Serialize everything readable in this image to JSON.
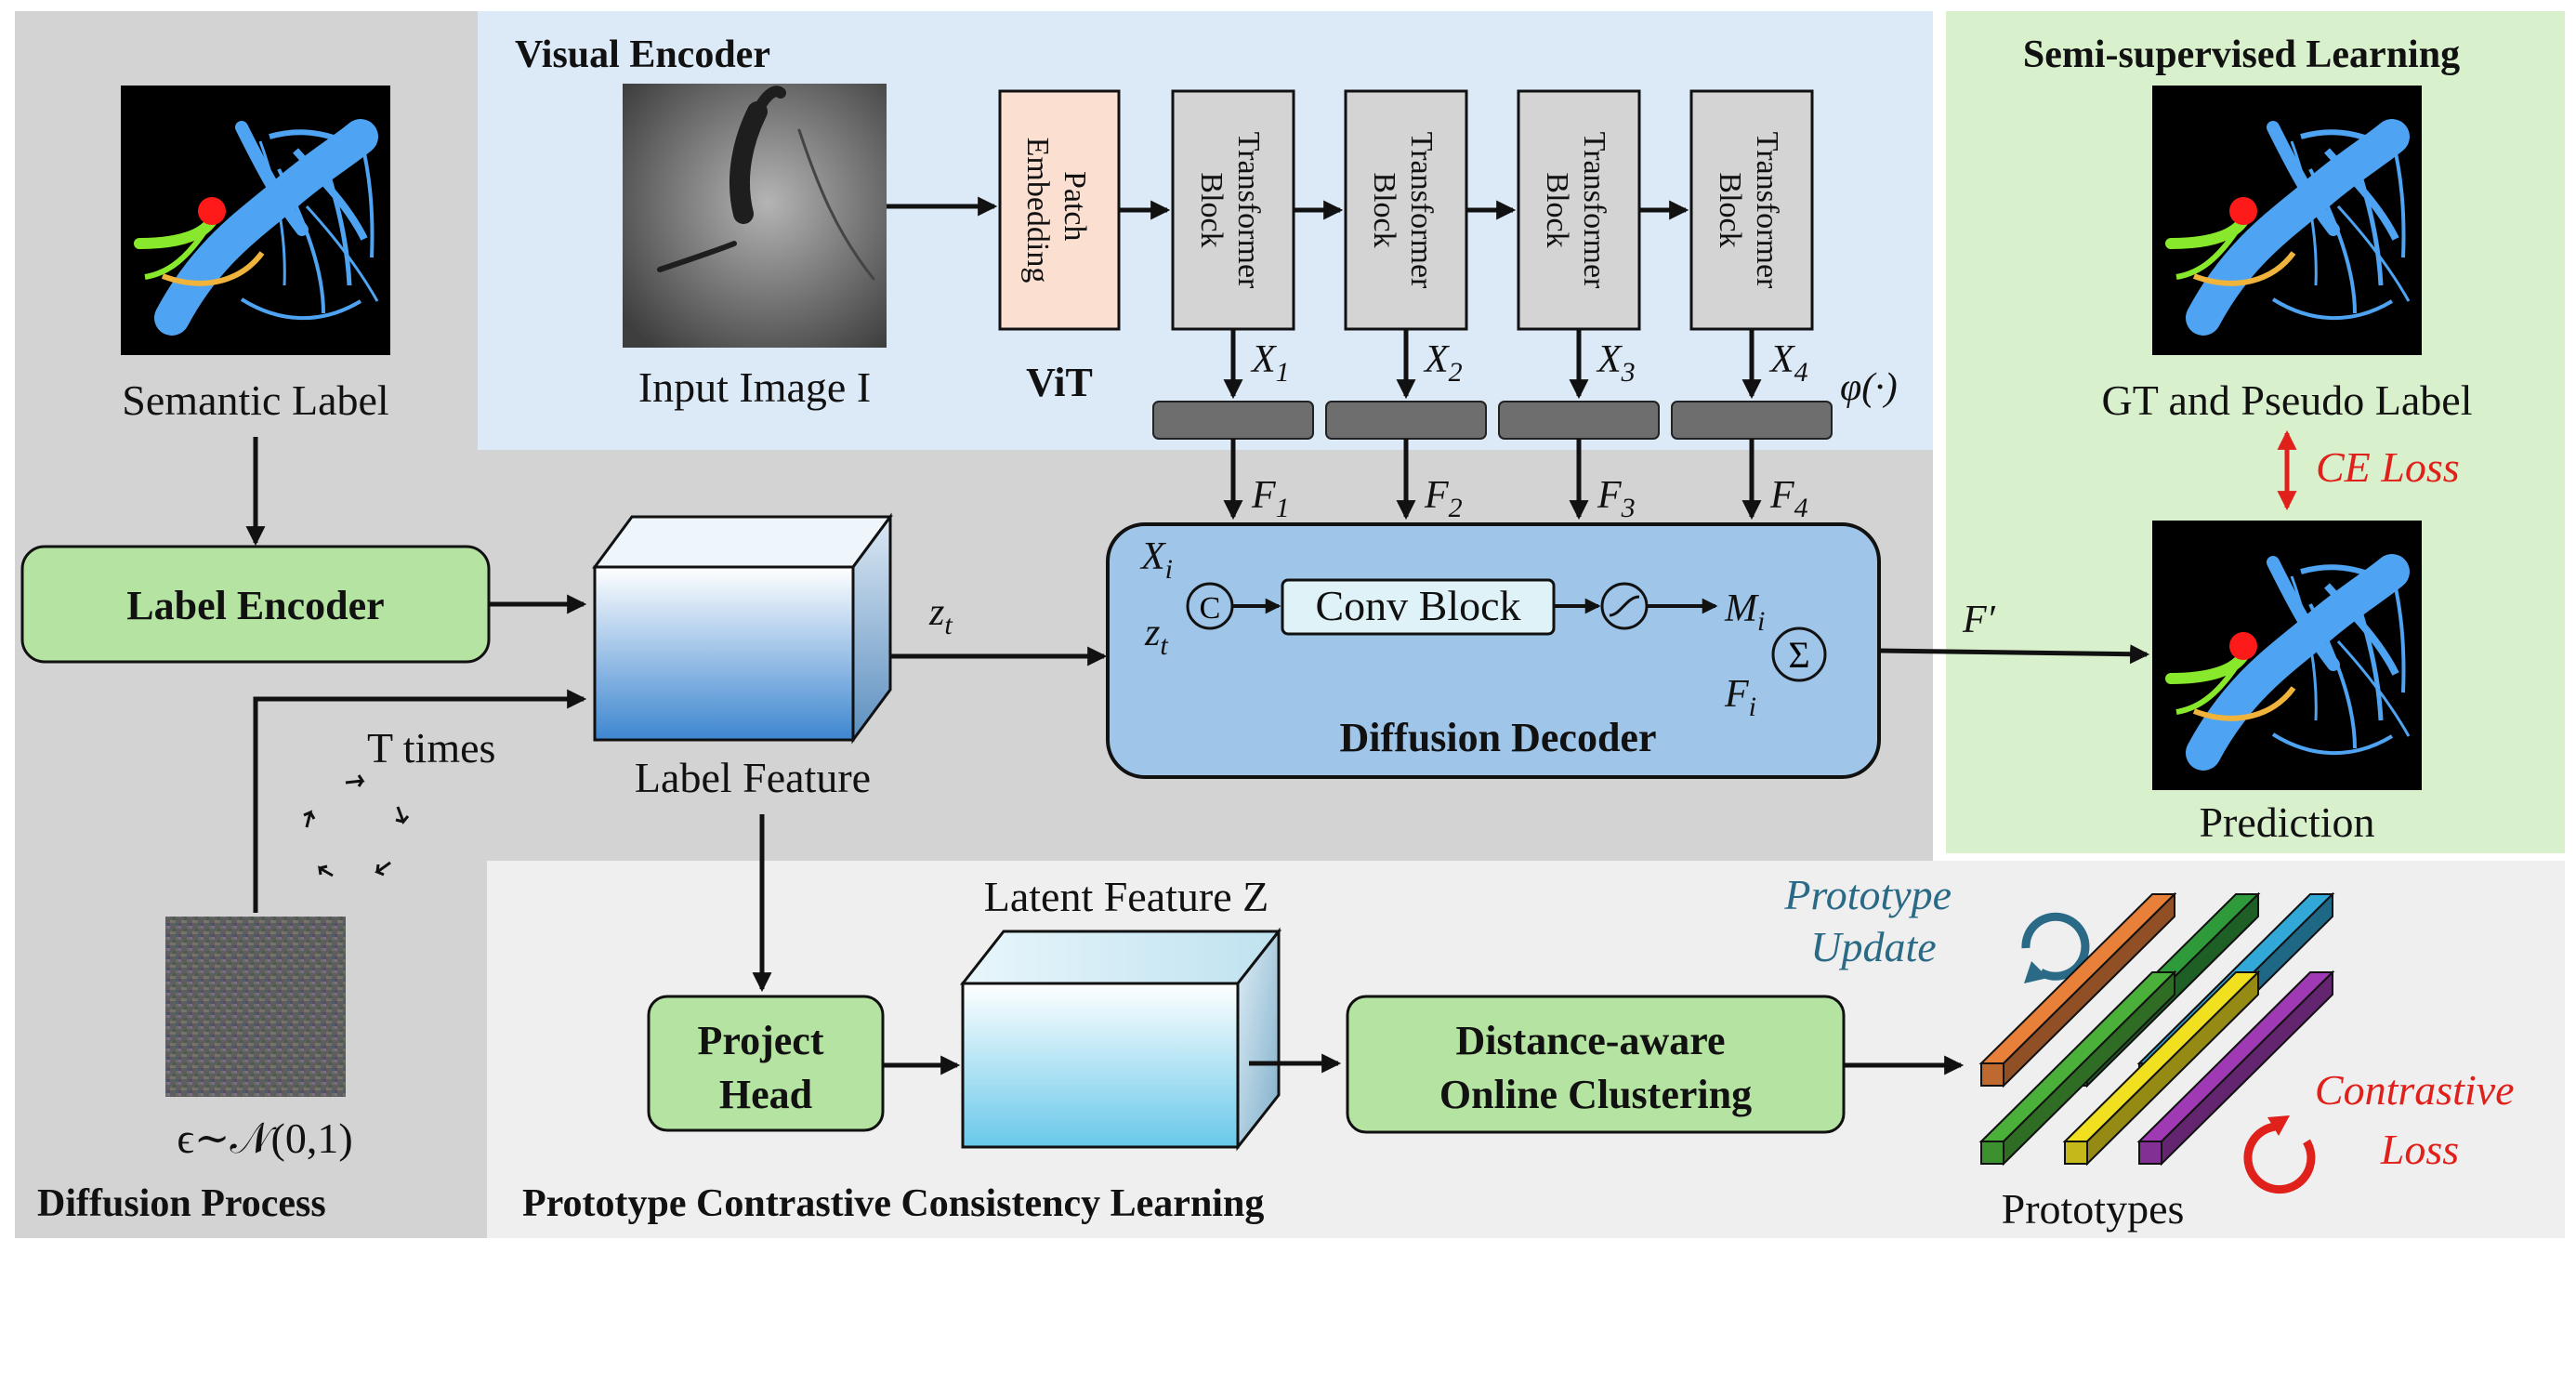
{
  "sections": {
    "visual_encoder": "Visual Encoder",
    "semi_supervised": "Semi-supervised Learning",
    "diffusion_process": "Diffusion Process",
    "prototype_learning": "Prototype Contrastive Consistency Learning"
  },
  "labels": {
    "semantic_label": "Semantic Label",
    "input_image": "Input Image I",
    "vit": "ViT",
    "patch_embedding_line1": "Patch",
    "patch_embedding_line2": "Embedding",
    "transformer_line1": "Transformer",
    "transformer_line2": "Block",
    "phi": "φ(·)",
    "label_encoder": "Label Encoder",
    "label_feature": "Label Feature",
    "t_times": "T times",
    "noise": "ϵ∼𝒩(0,1)",
    "zt": "z_t",
    "conv_block": "Conv Block",
    "xi": "X_i",
    "zt_inner": "z_t",
    "mi": "M_i",
    "fi": "F_i",
    "concat_symbol": "C",
    "sum_symbol": "Σ",
    "diffusion_decoder": "Diffusion Decoder",
    "f_prime": "F′",
    "gt_pseudo": "GT and Pseudo Label",
    "ce_loss": "CE Loss",
    "prediction": "Prediction",
    "latent_feature": "Latent Feature Z",
    "project_head_line1": "Project",
    "project_head_line2": "Head",
    "clustering_line1": "Distance-aware",
    "clustering_line2": "Online Clustering",
    "prototype_update_line1": "Prototype",
    "prototype_update_line2": "Update",
    "contrastive_line1": "Contrastive",
    "contrastive_line2": "Loss",
    "prototypes": "Prototypes"
  },
  "features": {
    "x_labels": [
      "X_1",
      "X_2",
      "X_3",
      "X_4"
    ],
    "f_labels": [
      "F_1",
      "F_2",
      "F_3",
      "F_4"
    ]
  },
  "colors": {
    "diffusion_bg": "#d3d3d3",
    "visual_encoder_bg": "#dce9f6",
    "semi_supervised_bg": "#d8f0cc",
    "prototype_bg": "#efefef",
    "green_box": "#b5e3a1",
    "decoder_box": "#9fc5e8",
    "patch_embedding": "#fbe0d2",
    "transformer": "#d4d4d4",
    "loss_red": "#e0201a",
    "update_blue": "#2a6a86",
    "prototype_colors": [
      "#e8803a",
      "#2f9a3a",
      "#31a8d8",
      "#4bb03a",
      "#f0e020",
      "#a03ab4"
    ]
  }
}
